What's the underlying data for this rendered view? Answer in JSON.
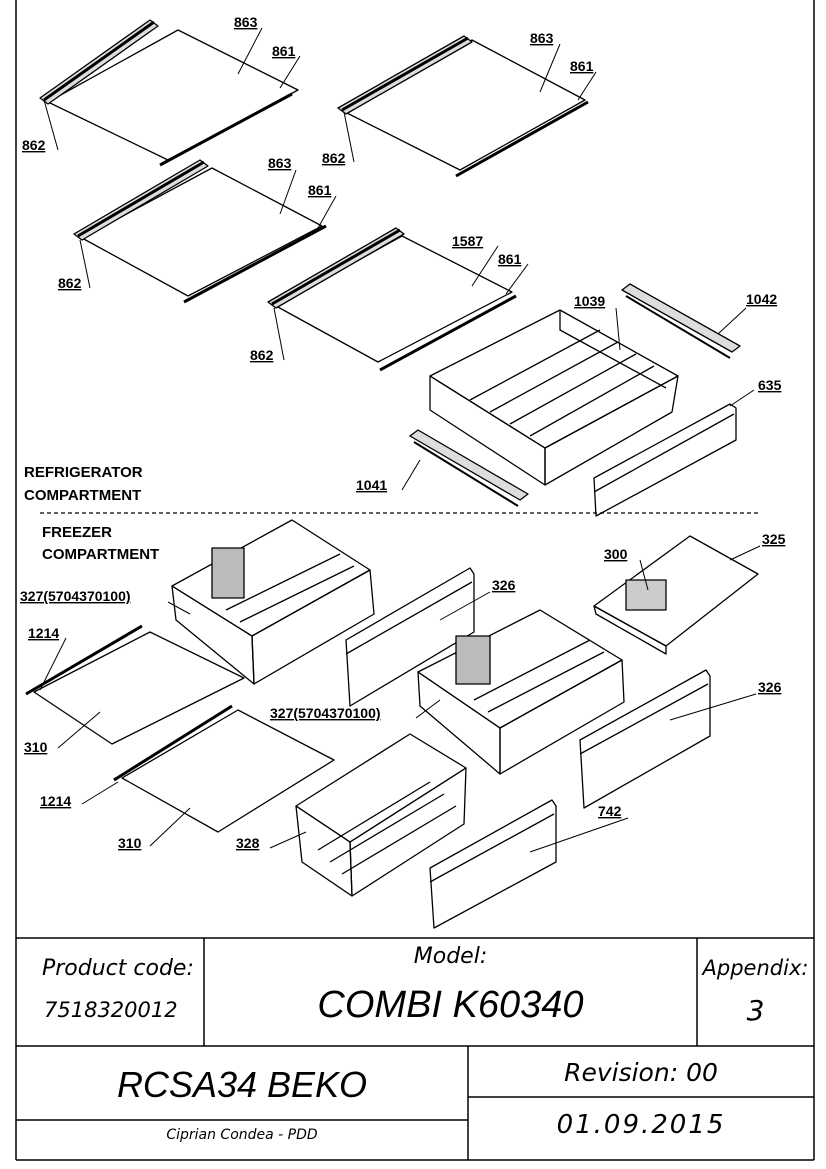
{
  "drawing": {
    "part_labels": {
      "p863_a": "863",
      "p861_a": "861",
      "p862_a": "862",
      "p863_b": "863",
      "p861_b": "861",
      "p862_b": "862",
      "p863_c": "863",
      "p861_c": "861",
      "p862_c": "862",
      "p1587": "1587",
      "p861_d": "861",
      "p862_d": "862",
      "p1039": "1039",
      "p1042": "1042",
      "p635": "635",
      "p1041": "1041",
      "p325": "325",
      "p300": "300",
      "p327_a": "327(5704370100)",
      "p326_a": "326",
      "p1214_a": "1214",
      "p310_a": "310",
      "p327_b": "327(5704370100)",
      "p326_b": "326",
      "p1214_b": "1214",
      "p310_b": "310",
      "p328": "328",
      "p742": "742"
    },
    "sections": {
      "refrigerator_line1": "REFRIGERATOR",
      "refrigerator_line2": "COMPARTMENT",
      "freezer_line1": "FREEZER",
      "freezer_line2": "COMPARTMENT"
    }
  },
  "title_block": {
    "product_code_label": "Product code:",
    "product_code": "7518320012",
    "model_label": "Model:",
    "model": "COMBI K60340",
    "appendix_label": "Appendix:",
    "appendix": "3",
    "document": "RCSA34 BEKO",
    "revision": "Revision: 00",
    "date": "01.09.2015",
    "author": "Ciprian Condea - PDD"
  }
}
